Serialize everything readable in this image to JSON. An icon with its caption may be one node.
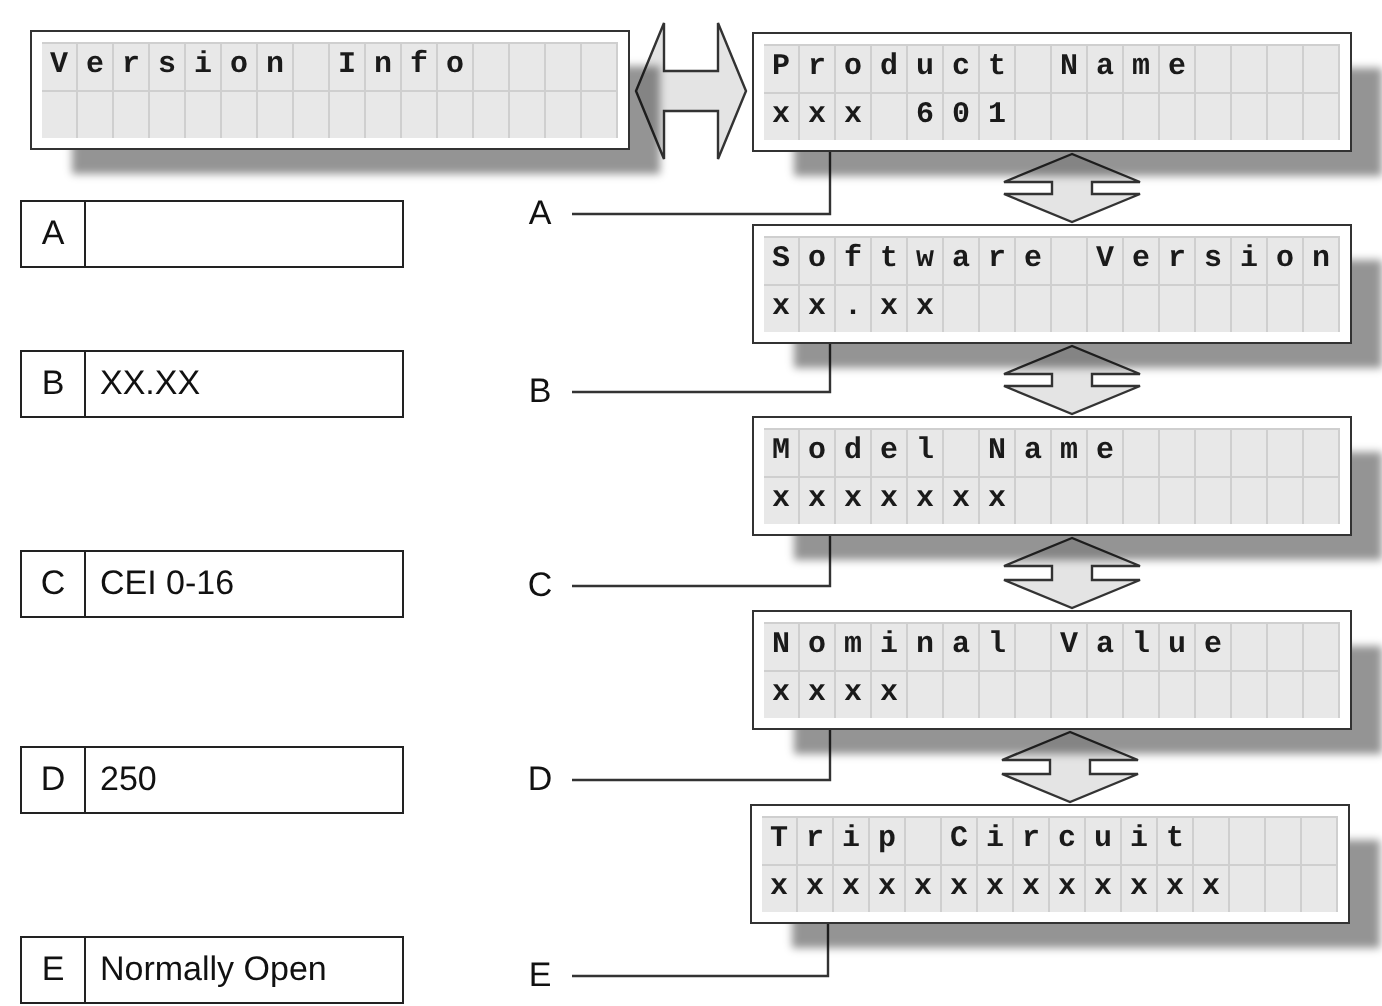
{
  "diagram": {
    "nodes": [
      {
        "text": [
          "Version Info"
        ]
      },
      {
        "text": [
          "Product Name",
          "xxx 601"
        ]
      },
      {
        "text": [
          "Software Version",
          "xx.xx"
        ]
      },
      {
        "text": [
          "Model Name",
          "xxxxxxx"
        ]
      },
      {
        "text": [
          "Nominal Value",
          "xxxx"
        ]
      },
      {
        "text": [
          "Trip Circuit",
          "xxxxxxxxxxxxx"
        ]
      },
      {
        "text": [
          "A"
        ]
      },
      {
        "text": [
          "B",
          "XX.XX"
        ]
      },
      {
        "text": [
          "C",
          "CEI 0-16"
        ]
      },
      {
        "text": [
          "D",
          "250"
        ]
      },
      {
        "text": [
          "E",
          "Normally Open"
        ]
      },
      {
        "text": [
          "A"
        ]
      },
      {
        "text": [
          "B"
        ]
      },
      {
        "text": [
          "C"
        ]
      },
      {
        "text": [
          "D"
        ]
      },
      {
        "text": [
          "E"
        ]
      }
    ],
    "edges": [
      {
        "from": 0,
        "to": 1,
        "arrow": "both"
      },
      {
        "from": 1,
        "to": 2,
        "arrow": "both"
      },
      {
        "from": 2,
        "to": 3,
        "arrow": "both"
      },
      {
        "from": 3,
        "to": 4,
        "arrow": "both"
      },
      {
        "from": 4,
        "to": 5,
        "arrow": "both"
      },
      {
        "from": 11,
        "to": 1,
        "arrow": "none"
      },
      {
        "from": 12,
        "to": 2,
        "arrow": "none"
      },
      {
        "from": 13,
        "to": 3,
        "arrow": "none"
      },
      {
        "from": 14,
        "to": 4,
        "arrow": "none"
      },
      {
        "from": 15,
        "to": 5,
        "arrow": "none"
      }
    ]
  }
}
